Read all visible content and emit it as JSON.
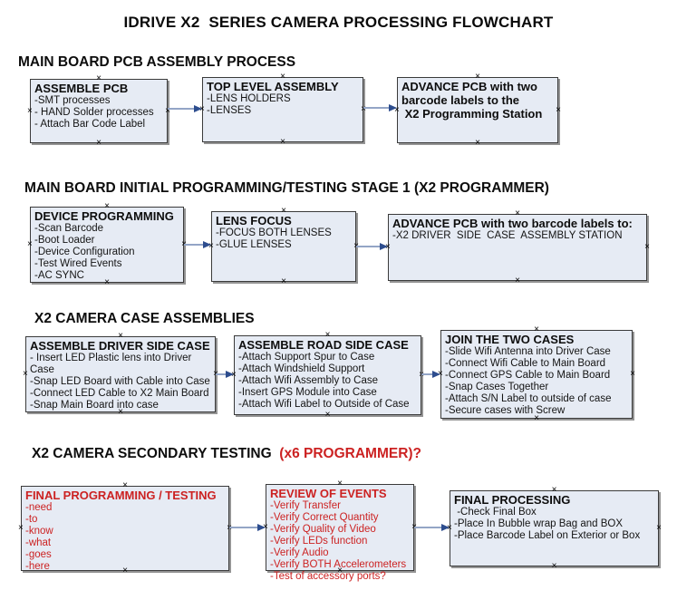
{
  "title": "IDRIVE X2  SERIES CAMERA PROCESSING FLOWCHART",
  "icons": {
    "connection_point": "×",
    "flow_arrow": "→"
  },
  "colors": {
    "box_fill": "#e6ebf4",
    "box_border": "#3a3a3a",
    "box_shadow": "#949494",
    "connector_line": "#93a5c6",
    "connector_arrow": "#2d4d8e",
    "red_text": "#cc2222",
    "text": "#141414"
  },
  "sections": [
    {
      "heading": "MAIN BOARD PCB ASSEMBLY PROCESS",
      "boxes": [
        {
          "title": "ASSEMBLE PCB",
          "items": [
            "-SMT processes",
            "- HAND Solder processes",
            "- Attach Bar Code Label"
          ]
        },
        {
          "title": "TOP LEVEL ASSEMBLY",
          "items": [
            "-LENS HOLDERS",
            "-LENSES"
          ]
        },
        {
          "title": "ADVANCE PCB with two\nbarcode labels to the\n X2 Programming Station",
          "items": []
        }
      ]
    },
    {
      "heading": "MAIN BOARD INITIAL PROGRAMMING/TESTING STAGE 1 (X2 PROGRAMMER)",
      "boxes": [
        {
          "title": "DEVICE PROGRAMMING",
          "items": [
            "-Scan Barcode",
            "-Boot Loader",
            "-Device Configuration",
            "-Test Wired Events",
            "-AC SYNC"
          ]
        },
        {
          "title": "LENS FOCUS",
          "items": [
            "-FOCUS BOTH LENSES",
            "-GLUE LENSES"
          ]
        },
        {
          "title": "ADVANCE PCB with two barcode labels to:",
          "items": [
            "-X2 DRIVER  SIDE  CASE  ASSEMBLY STATION"
          ]
        }
      ]
    },
    {
      "heading": "X2 CAMERA CASE ASSEMBLIES",
      "boxes": [
        {
          "title": "ASSEMBLE DRIVER SIDE CASE",
          "items": [
            "- Insert LED Plastic lens into Driver Case",
            "-Snap LED Board with Cable into Case",
            "-Connect LED Cable to X2 Main Board",
            "-Snap Main Board into case"
          ]
        },
        {
          "title": "ASSEMBLE ROAD SIDE CASE",
          "items": [
            "-Attach Support Spur to Case",
            "-Attach Windshield Support",
            "-Attach Wifi Assembly to Case",
            "-Insert GPS Module into Case",
            "-Attach Wifi Label to Outside of Case"
          ]
        },
        {
          "title": "JOIN THE TWO CASES",
          "items": [
            "-Slide Wifi Antenna into Driver Case",
            "-Connect Wifi Cable to Main Board",
            "-Connect GPS Cable to Main Board",
            "-Snap Cases Together",
            "-Attach S/N Label to outside of case",
            "-Secure cases with Screw"
          ]
        }
      ]
    },
    {
      "heading": "X2 CAMERA SECONDARY TESTING  ",
      "heading_note": "(x6 PROGRAMMER)?",
      "boxes": [
        {
          "title": "FINAL PROGRAMMING / TESTING",
          "items": [
            "-need",
            "-to",
            "-know",
            "-what",
            "-goes",
            "-here"
          ]
        },
        {
          "title": "REVIEW OF EVENTS",
          "items": [
            "-Verify Transfer",
            "-Verify Correct Quantity",
            "-Verify Quality of Video",
            "-Verify LEDs function",
            "-Verify Audio",
            "-Verify BOTH Accelerometers",
            "-Test of accessory ports?"
          ]
        },
        {
          "title": "FINAL PROCESSING",
          "items": [
            " -Check Final Box",
            "-Place In Bubble wrap Bag and BOX",
            "-Place Barcode Label on Exterior or Box"
          ]
        }
      ]
    }
  ]
}
